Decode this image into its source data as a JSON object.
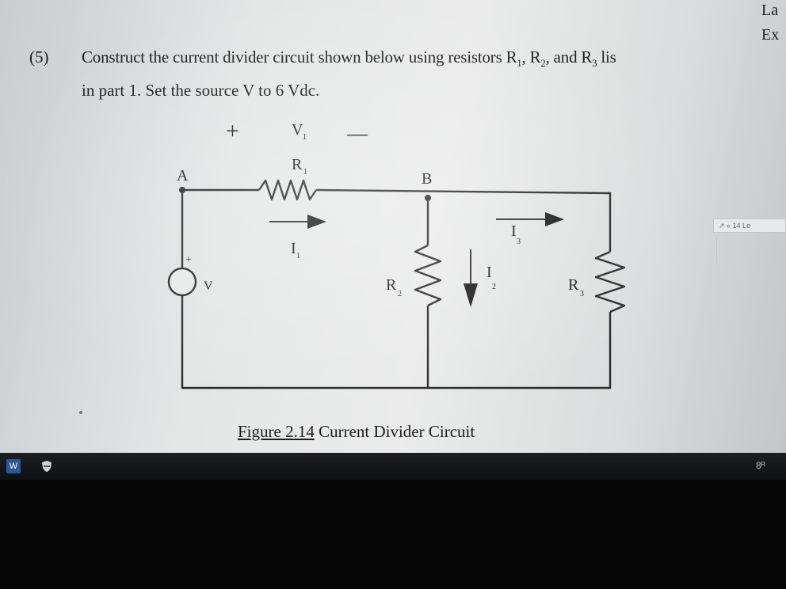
{
  "corner": {
    "line1": "La",
    "line2": "Ex"
  },
  "question": {
    "number": "(5)",
    "text_a": "Construct the current divider circuit shown below using resistors R",
    "r1_sub": "1",
    "sep1": ", R",
    "r2_sub": "2",
    "sep2": ", and R",
    "r3_sub": "3",
    "text_b": " lis",
    "line2": "in part 1.  Set the source V to 6 Vdc."
  },
  "circuit": {
    "v1_plus": "+",
    "v1_label": "V",
    "v1_sub": "1",
    "v1_minus": "—",
    "r1_label": "R",
    "r1_sub": "1",
    "node_a": "A",
    "node_b": "B",
    "i1_label": "I",
    "i1_sub": "1",
    "i2_label": "I",
    "i2_sub": "2",
    "i3_label": "I",
    "i3_sub": "3",
    "r2_label": "R",
    "r2_sub": "2",
    "r3_label": "R",
    "r3_sub": "3",
    "source_plus": "+",
    "source_label": "V"
  },
  "caption": {
    "number": "Figure 2.14",
    "title": "Current Divider Circuit"
  },
  "side_toolbar": {
    "text": "↗ « 14 Le"
  },
  "taskbar": {
    "word_icon": "W",
    "people_icon": "8ᴿ"
  },
  "colors": {
    "wire": "#2a2a2a",
    "text": "#1d1d1d",
    "screen": "#e4e6e6",
    "taskbar": "#15181b",
    "word": "#2b5797"
  }
}
